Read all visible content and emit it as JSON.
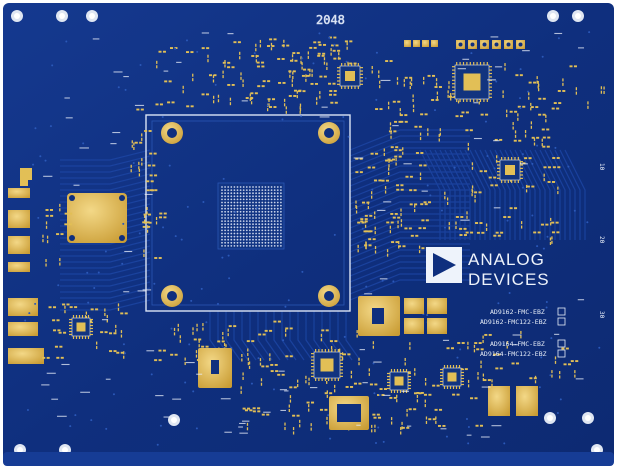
{
  "board": {
    "serial": "2048",
    "logo": {
      "line1": "ANALOG",
      "line2": "DEVICES"
    },
    "part_labels": [
      "AD9162-FMC-EBZ",
      "AD9162-FMC122-EBZ",
      "AD9164-FMC-EBZ",
      "AD9164-FMC122-EBZ"
    ],
    "side_numbers": [
      "10",
      "20",
      "30"
    ],
    "colors": {
      "solder_mask": "#0f2f7e",
      "trace": "#1c45a3",
      "gold": "#e2bf56",
      "silkscreen": "#e8eef8"
    }
  }
}
